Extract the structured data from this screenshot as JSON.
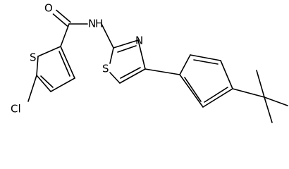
{
  "molecule": {
    "atoms": {
      "oxygen": "O",
      "amide_nitrogen": "N",
      "amide_hydrogen": "H",
      "thiazole_nitrogen": "N",
      "thiophene_sulfur": "S",
      "thiazole_sulfur": "S",
      "chlorine": "Cl"
    }
  }
}
